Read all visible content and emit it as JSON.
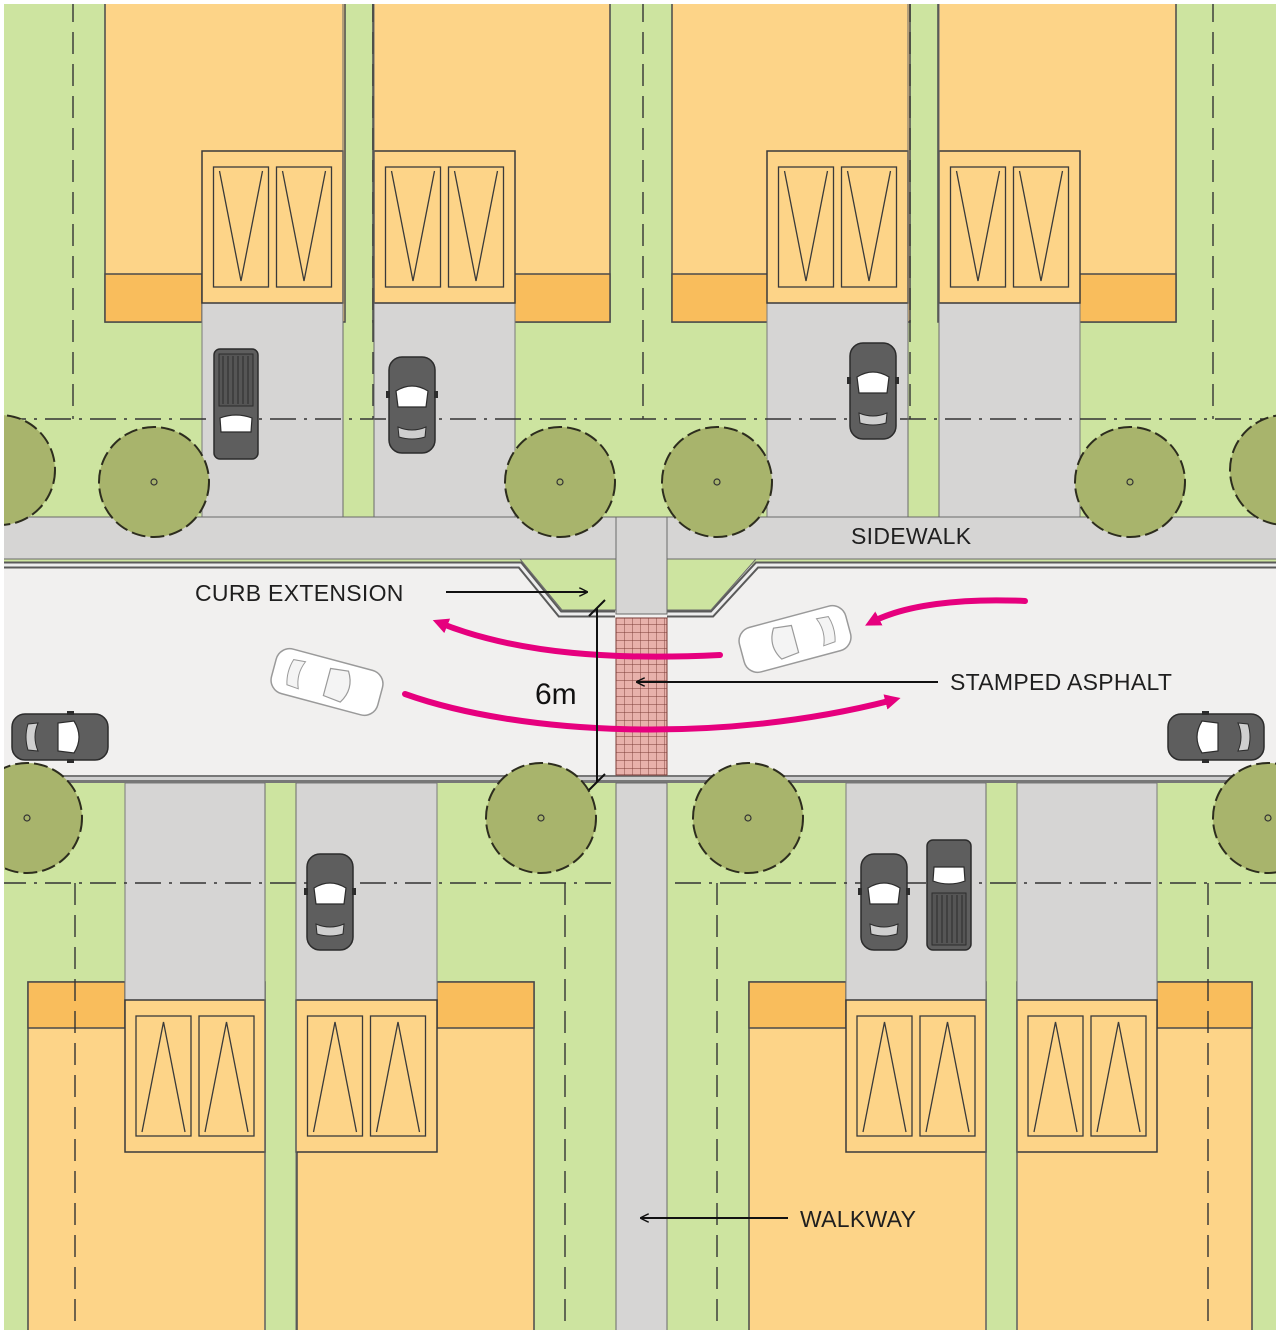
{
  "labels": {
    "sidewalk": "SIDEWALK",
    "curb_extension": "CURB EXTENSION",
    "stamped_asphalt": "STAMPED ASPHALT",
    "crossing_width": "6m",
    "walkway": "WALKWAY"
  },
  "colors": {
    "lawn": "#cde4a0",
    "house_roof": "#fdd488",
    "house_porch": "#f9bd5c",
    "pavement": "#d6d5d4",
    "road": "#f1f0ef",
    "traffic_arrow": "#e6007e",
    "tree": "#a8b46c",
    "stamped_asphalt": "#e8b1ab",
    "car_dark": "#5e5e5e"
  }
}
